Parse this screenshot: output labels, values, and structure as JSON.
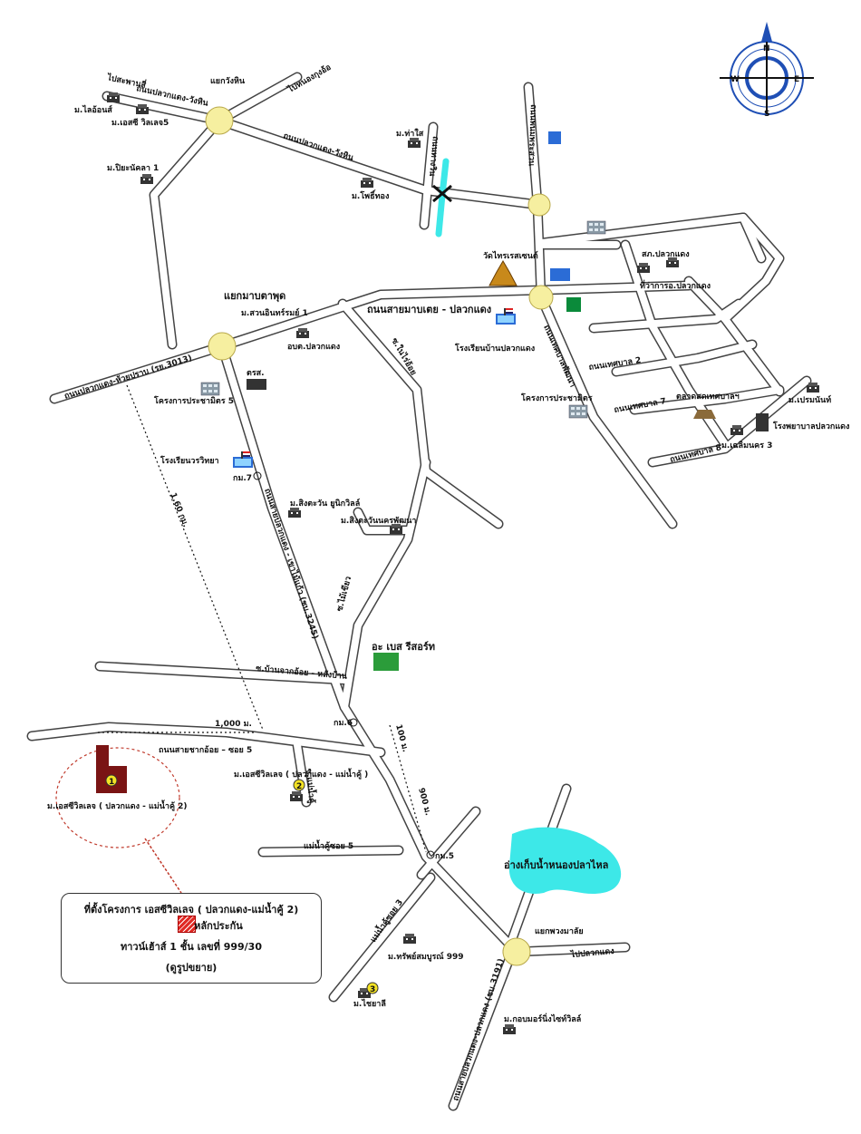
{
  "compass": {
    "n": "N",
    "s": "S",
    "e": "E",
    "w": "W"
  },
  "roads": {
    "to_bang_pho": "ไปสะพานสี่",
    "pluak_daeng_wang_hin_upper": "ถนนปลวกแดง-วังหิน",
    "yaek_wang_hin": "แยกวังหิน",
    "to_nong_kok": "ไปหนองกุงอ้อ",
    "pluak_daeng_wang_hin": "ถนนปลวกแดง-วังหิน",
    "khlong_road": "ถนนทางวิน",
    "road_east_vertical": "ถนนพนมพระสวน",
    "yaek_map_toei": "แยกมาบตาพุด",
    "sai_map_toei_pluak_daeng": "ถนนสายมาบเตย - ปลวกแดง",
    "pluak_daeng_huai_prab": "ถนนปลวกแดง-ห้วยปราบ (รย.3013)",
    "soi_ban_pluak_daeng": "ซ.ในไร่อ้อย",
    "main_road_south": "ถนนสายปลวกแดง - เขาไม้แก้ว (ชบ.3245)",
    "east_road_diag": "ถนนเทศบาลพัฒนา",
    "thetsaban_road_2": "ถนนเทศบาล 2",
    "thetsaban_road_7": "ถนนเทศบาล 7",
    "thetsaban_road_8": "ถนนเทศบาล 8",
    "soi_mai_khiao": "ซ.ไม้เขียว",
    "ban_chak_oi": "ซ.บ้านจากอ้อย - หลังบ้าน",
    "sai_chak_oi_soi5": "ถนนสายชากอ้อย – ซอย 5",
    "soi_mae_nam_khu": "ซ.แม่น้ำคู้",
    "mae_nam_khu_soi5": "แม่น้ำคู้ซอย 5",
    "mae_nam_khu_soi3": "แม่น้ำคู้ซอย 3",
    "yaek_phuang_malai": "แยกพวงมาลัย",
    "to_pak_kharo": "ไปปลวกแดง",
    "road_south_rayong": "ถนนสายปลวกแดง-ปลวกแดง (ชบ.3191)"
  },
  "places": {
    "m_lion": "ม.ไลอ้อนส์",
    "m_sc_villa5": "ม.เอสซี วิลเลจ5",
    "m_piya_nakara": "ม.ปิยะนัคลา 1",
    "m_tha_sai": "ม.ท่าใส",
    "m_pho_thong": "ม.โพธิ์ทอง",
    "wat_sai_reserve": "วัดไทรเรสเซนต์",
    "sk_pluak_daeng": "สภ.ปลวกแดง",
    "amphoe_pluak_daeng": "ที่ว่าการอ.ปลวกแดง",
    "m_suan_in_rom1": "ม.สวนอินทร์รมย์ 1",
    "obt_pluak_daeng": "อบต.ปลวกแดง",
    "school_ban_pluak_daeng": "โรงเรียนบ้านปลวกแดง",
    "trs": "ตรส.",
    "pracha_mit5": "โครงการประชามิตร 5",
    "pracha_mit": "โครงการประชามิตร",
    "talad_tessaban": "ตลาดสดเทศบาลฯ",
    "m_prem_nan": "ม.เปรมนันท์",
    "hospital": "โรงพยาบาลปลวกแดง",
    "m_chalimnakhon3": "ม.เฉลิมนคร 3",
    "school_worawit": "โรงเรียนวรวิทยา",
    "km7": "กม.7",
    "m_singtawan_unique": "ม.สิงตะวัน ยูนิกวิลล์",
    "m_singtawan_nakhon": "ม.สิงตะวันนครพัฒนา",
    "ar_base_resort": "อะ เบส รีสอร์ท",
    "km6": "กม.6",
    "m_sc_villa_project": "ม.เอสซีวิลเลจ ( ปลวกแดง - แม่น้ำคู้ )",
    "m_sc_villa_pd2": "ม.เอสซีวิลเลจ ( ปลวกแดง - แม่น้ำคู้ 2)",
    "km5": "กม.5",
    "reservoir": "อ่างเก็บน้ำหนองปลาไหล",
    "m_srisomthong": "ม.ทรัพย์สมบูรณ์ 999",
    "m_chaiya_lee": "ม.ไชยาลี",
    "m_kansai_villa": "ม.กอบมอร์นิ่งไซท์วิลล์"
  },
  "distances": {
    "d_1_60": "1.60 กม.",
    "d_1000": "1,000 ม.",
    "d_100": "100 ม.",
    "d_900": "900 ม."
  },
  "markers": {
    "m1": "1",
    "m2": "2",
    "m3": "3"
  },
  "legend": {
    "title": "ที่ตั้งโครงการ เอสซีวิลเลจ  ( ปลวกแดง-แม่น้ำคู้ 2)",
    "collateral": "หลักประกัน",
    "unit": "ทาวน์เฮ้าส์ 1 ชั้น เลขที่ 999/30",
    "note": "(ดูรูปขยาย)"
  },
  "colors": {
    "road": "#ffffff",
    "road_edge": "#444444",
    "circle": "#f6efa0",
    "water": "#3de8e8",
    "property": "#7a1414",
    "dotted": "#c0392b",
    "compass": "#1f4fb5"
  },
  "icons": {
    "compass": "compass-rose-icon",
    "house": "house-icon",
    "building": "building-icon",
    "school": "school-icon",
    "temple": "temple-icon",
    "marker": "number-marker-icon"
  }
}
